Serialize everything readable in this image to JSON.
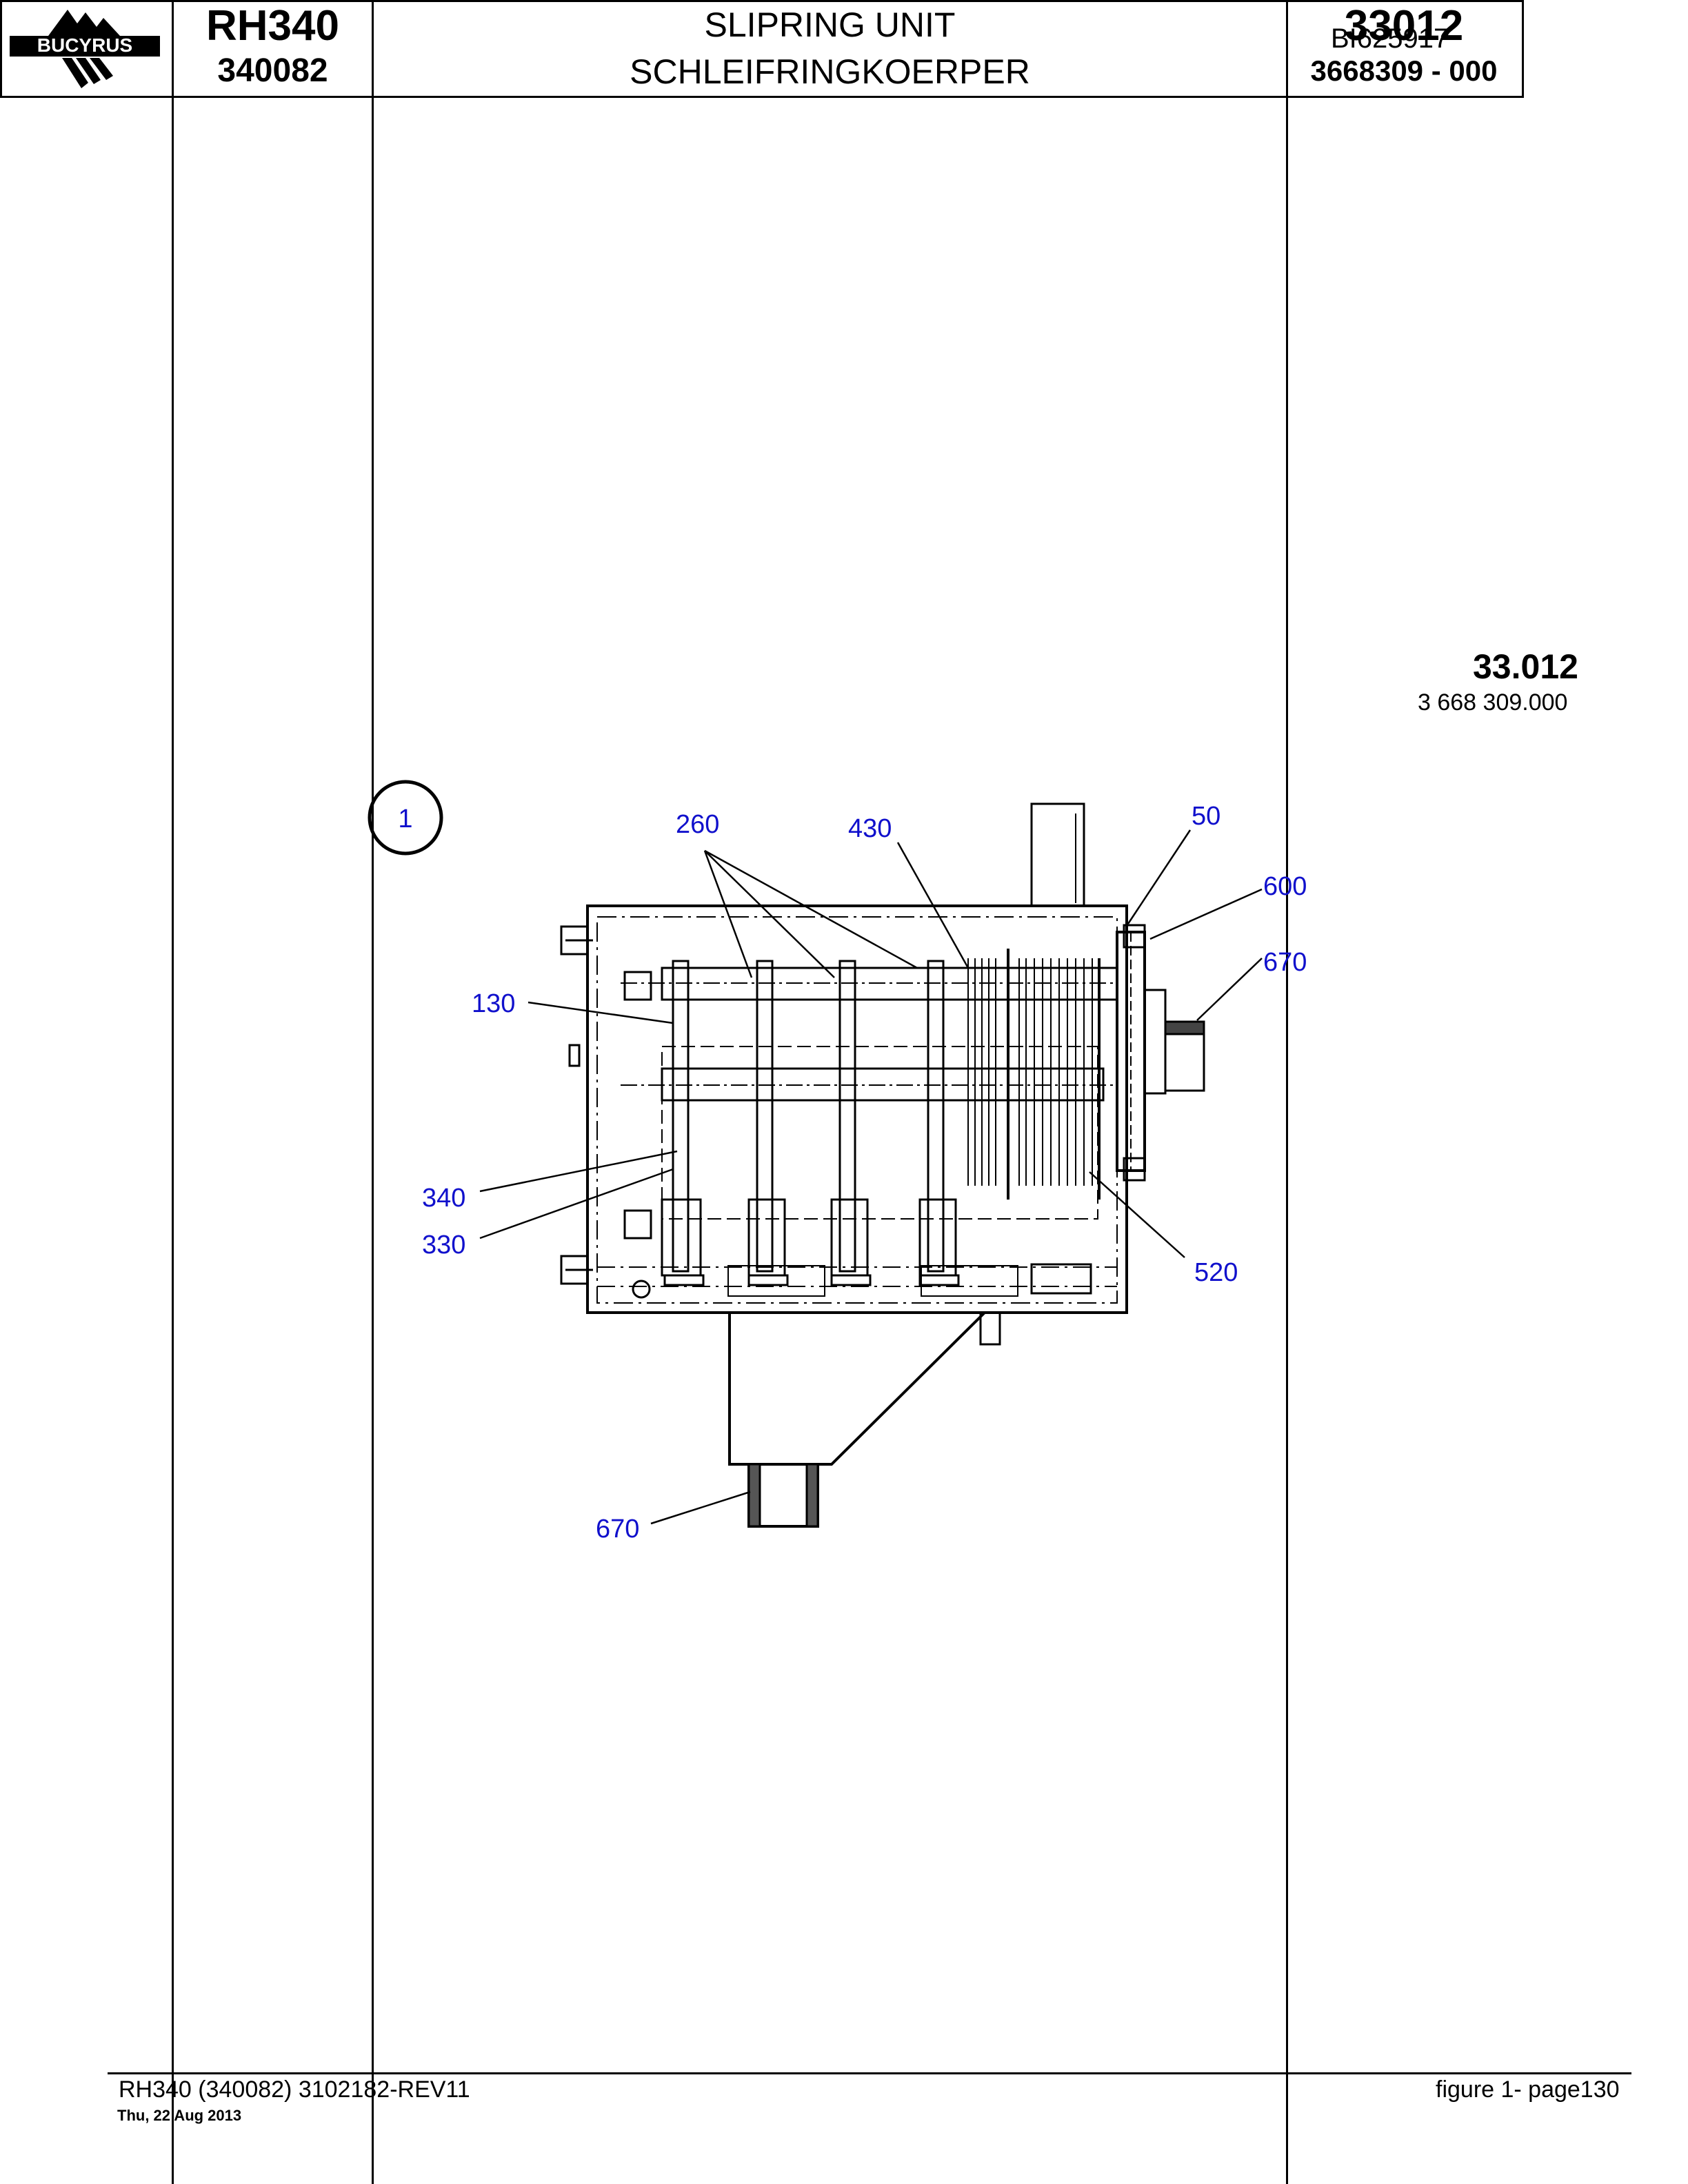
{
  "header": {
    "doc_id": "BI625917",
    "brand": "BUCYRUS",
    "model": "RH340",
    "serial": "340082",
    "title_en": "SLIPRING UNIT",
    "title_de": "SCHLEIFRINGKOERPER",
    "group_code": "33012",
    "part_code": "3668309  - 000"
  },
  "section": {
    "number": "33.012",
    "part": "3 668 309.000"
  },
  "drawing": {
    "item_marker": "1",
    "callouts": [
      "260",
      "430",
      "50",
      "600",
      "670",
      "130",
      "340",
      "330",
      "520",
      "670"
    ],
    "callout_color": "#1010cc"
  },
  "footer": {
    "left": "RH340 (340082) 3102182-REV11",
    "date": "Thu, 22 Aug 2013",
    "right": "figure  1- page130"
  }
}
